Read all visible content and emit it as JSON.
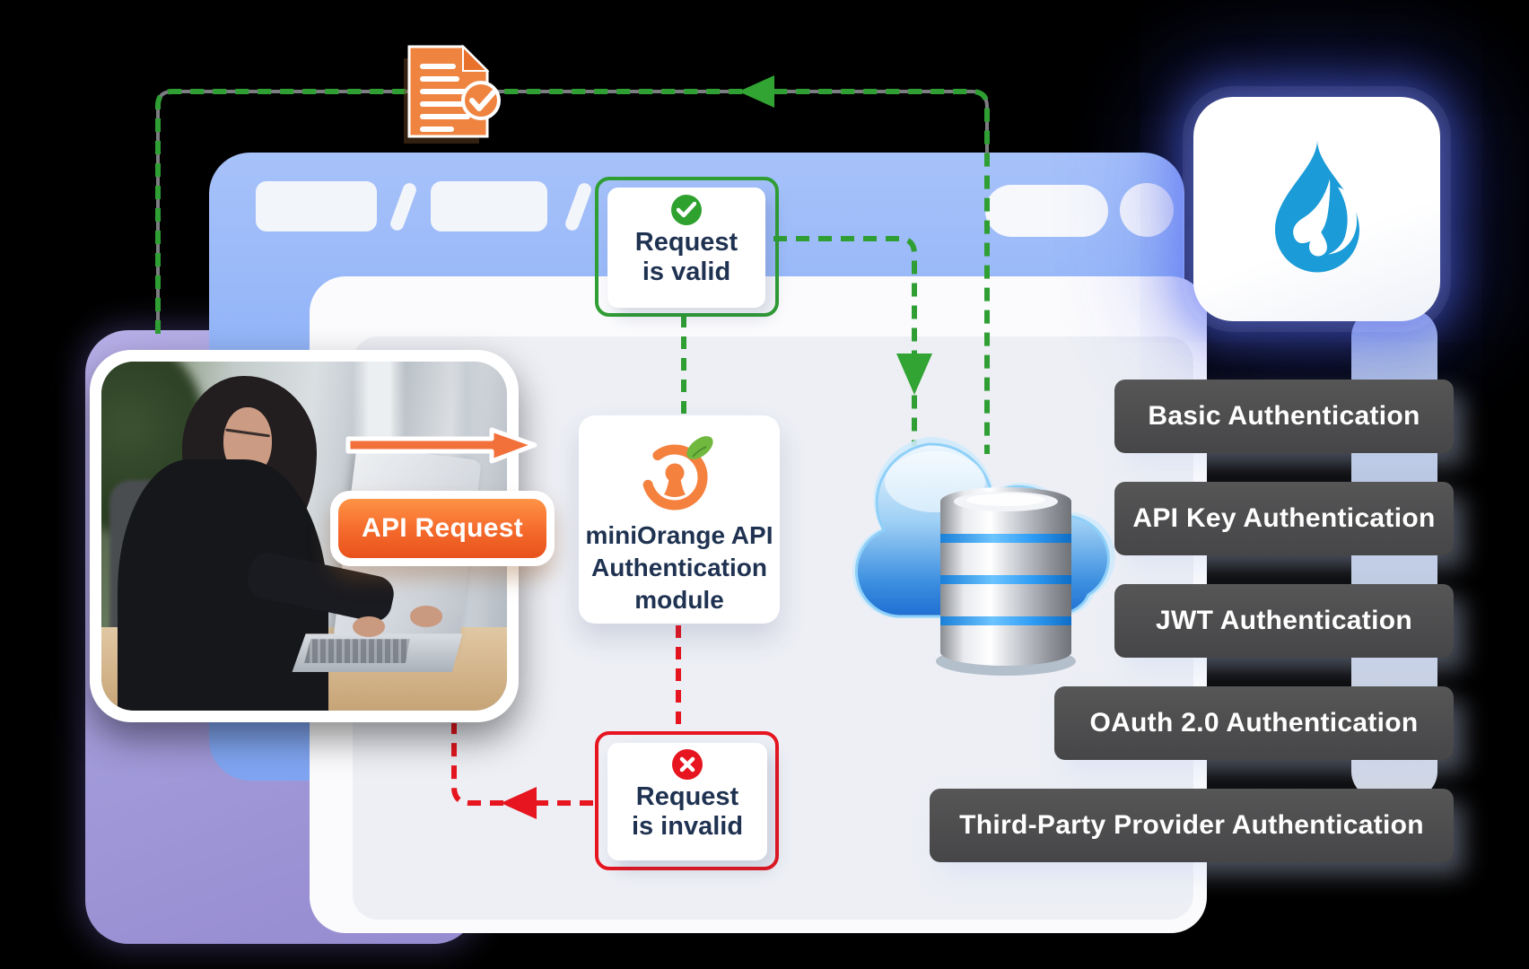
{
  "diagram": {
    "api_request_label": "API Request",
    "module_box": {
      "line1": "miniOrange API",
      "line2": "Authentication",
      "line3": "module"
    },
    "valid_box": {
      "line1": "Request",
      "line2": "is valid"
    },
    "invalid_box": {
      "line1": "Request",
      "line2": "is invalid"
    },
    "auth_methods": [
      "Basic Authentication",
      "API Key Authentication",
      "JWT Authentication",
      "OAuth 2.0 Authentication",
      "Third-Party Provider Authentication"
    ]
  },
  "icons": {
    "document_check": "orange document with checkmark",
    "drupal": "Drupal drop logo",
    "miniorange": "miniOrange keyhole ring logo with leaf",
    "valid_badge": "green circle check",
    "invalid_badge": "red circle x",
    "cloud_database": "blue cloud with database cylinder"
  },
  "colors": {
    "background": "#000000",
    "window_blue": "#8cb0f6",
    "panel_gray": "#edeff5",
    "purple": "#a59edb",
    "accent_green": "#2f9e33",
    "accent_red": "#e6151f",
    "accent_orange": "#f0813f",
    "drupal_blue": "#1b9bd7",
    "pill_dark": "#4d4d4f",
    "text_navy": "#1f3251"
  }
}
